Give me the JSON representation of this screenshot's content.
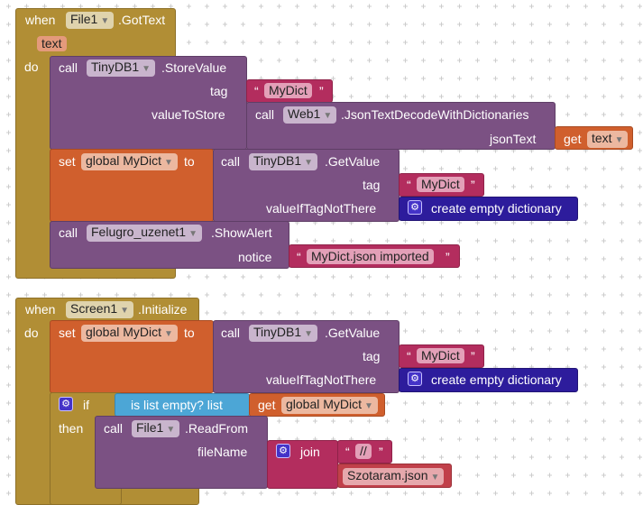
{
  "event1": {
    "when": "when",
    "component": "File1",
    "event": ".GotText",
    "param": "text",
    "do": "do",
    "store": {
      "call": "call",
      "component": "TinyDB1",
      "method": ".StoreValue",
      "tag_label": "tag",
      "tag_value": "MyDict",
      "value_label": "valueToStore"
    },
    "decode": {
      "call": "call",
      "component": "Web1",
      "method": ".JsonTextDecodeWithDictionaries",
      "arg_label": "jsonText",
      "get": "get",
      "var": "text"
    },
    "set": {
      "set": "set",
      "var": "global MyDict",
      "to": "to"
    },
    "getvalue": {
      "call": "call",
      "component": "TinyDB1",
      "method": ".GetValue",
      "tag_label": "tag",
      "tag_value": "MyDict",
      "default_label": "valueIfTagNotThere",
      "default_value": "create empty dictionary"
    },
    "alert": {
      "call": "call",
      "component": "Felugro_uzenet1",
      "method": ".ShowAlert",
      "arg_label": "notice",
      "value": "MyDict.json imported"
    }
  },
  "event2": {
    "when": "when",
    "component": "Screen1",
    "event": ".Initialize",
    "do": "do",
    "set": {
      "set": "set",
      "var": "global MyDict",
      "to": "to"
    },
    "getvalue": {
      "call": "call",
      "component": "TinyDB1",
      "method": ".GetValue",
      "tag_label": "tag",
      "tag_value": "MyDict",
      "default_label": "valueIfTagNotThere",
      "default_value": "create empty dictionary"
    },
    "if": {
      "if": "if",
      "then": "then",
      "cond": "is list empty?  list",
      "get": "get",
      "var": "global MyDict"
    },
    "read": {
      "call": "call",
      "component": "File1",
      "method": ".ReadFrom",
      "arg_label": "fileName",
      "join": "join",
      "str1": "//",
      "str2": "Szotaram.json"
    }
  },
  "quote_open": "“",
  "quote_close": "”",
  "arrow": "▼"
}
